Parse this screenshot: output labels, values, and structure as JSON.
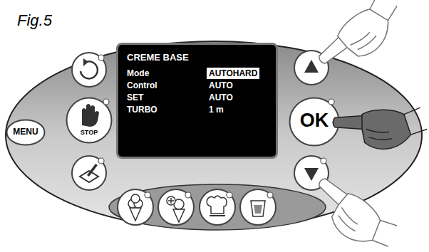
{
  "diagram": {
    "title": "Fig.5",
    "nodes": [
      {
        "text": [
          "CREME BASE",
          "Mode",
          "AUTOHARD",
          "Control",
          "AUTO",
          "SET",
          "AUTO",
          "TURBO",
          "1 m"
        ]
      },
      {
        "text": [
          "MENU"
        ]
      },
      {
        "text": [
          "STOP"
        ]
      },
      {
        "text": [
          "OK"
        ]
      }
    ]
  }
}
